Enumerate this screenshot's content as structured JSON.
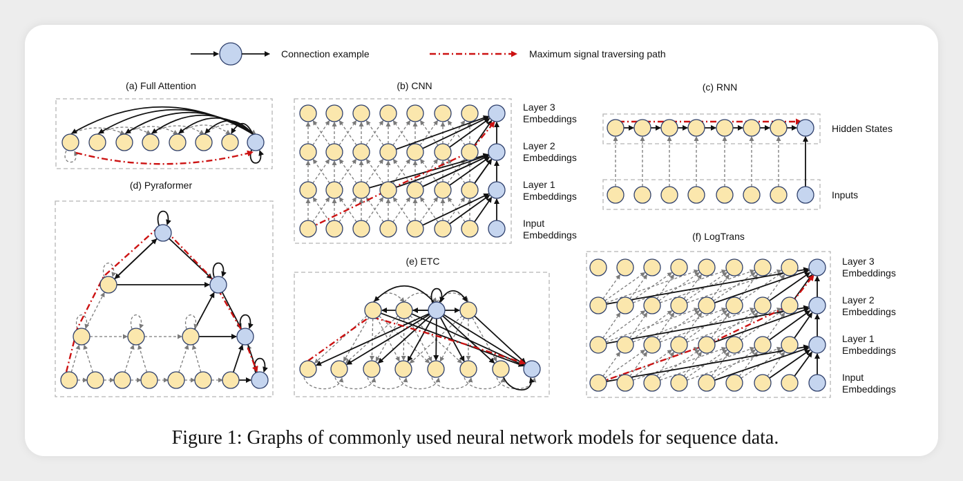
{
  "legend": {
    "connection": "Connection example",
    "max_path": "Maximum signal traversing path"
  },
  "panels": {
    "a": {
      "title": "(a) Full Attention"
    },
    "b": {
      "title": "(b) CNN",
      "layers": [
        "Layer 3",
        "Embeddings",
        "Layer 2",
        "Embeddings",
        "Layer 1",
        "Embeddings",
        "Input",
        "Embeddings"
      ]
    },
    "c": {
      "title": "(c) RNN",
      "hidden": "Hidden States",
      "inputs": "Inputs"
    },
    "d": {
      "title": "(d) Pyraformer"
    },
    "e": {
      "title": "(e) ETC"
    },
    "f": {
      "title": "(f) LogTrans",
      "layers": [
        "Layer 3",
        "Embeddings",
        "Layer 2",
        "Embeddings",
        "Layer 1",
        "Embeddings",
        "Input",
        "Embeddings"
      ]
    }
  },
  "caption": "Figure 1: Graphs of commonly used neural network models for sequence data.",
  "colors": {
    "node_yellow": "#fbe7ad",
    "node_blue": "#c5d5ef",
    "path_red": "#cc1111",
    "edge_black": "#111111",
    "edge_gray": "#7a7a7a"
  }
}
